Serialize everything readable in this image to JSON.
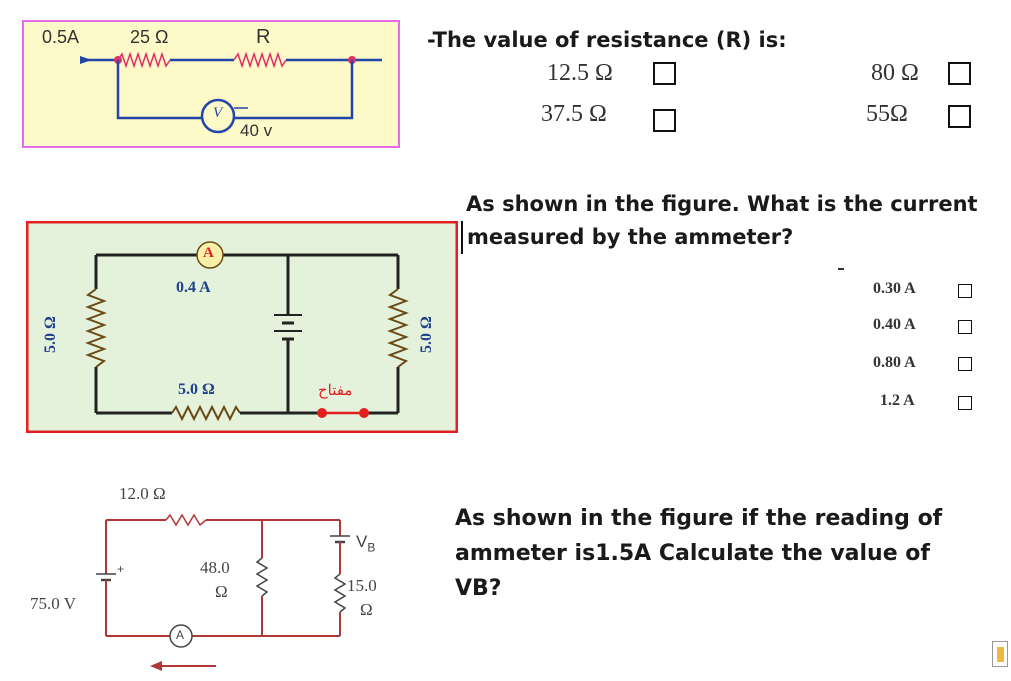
{
  "q1": {
    "question": "-The value of resistance (R) is:",
    "options": [
      "12.5 Ω",
      "80 Ω",
      "37.5 Ω",
      "55Ω"
    ],
    "figure": {
      "current": "0.5A",
      "r1": "25 Ω",
      "r2": "R",
      "voltmeter": "V",
      "voltage": "40 v"
    }
  },
  "q2": {
    "question_line1": "As shown in the figure. What is the current",
    "question_line2": "measured by the ammeter?",
    "options": [
      "0.30 A",
      "0.40 A",
      "0.80 A",
      "1.2 A"
    ],
    "figure": {
      "ammeter": "A",
      "ammeter_reading": "0.4 A",
      "r_left": "5.0 Ω",
      "r_right": "5.0 Ω",
      "r_bottom": "5.0 Ω",
      "switch_label": "مفتاح"
    }
  },
  "q3": {
    "question_line1": "As shown in the figure if the reading of",
    "question_line2": "ammeter is1.5A  Calculate the value of",
    "question_line3": "VB?",
    "figure": {
      "r_top": "12.0 Ω",
      "r_middle_val": "48.0",
      "r_middle_unit": "Ω",
      "r_right_val": "15.0",
      "r_right_unit": "Ω",
      "source_left": "75.0 V",
      "vb_main": "V",
      "vb_sub": "B",
      "ammeter": "A",
      "plus": "+"
    }
  },
  "colors": {
    "fig1_bg": "#fdf9c8",
    "fig1_border": "#e66be6",
    "fig2_bg": "#e4f2dc",
    "fig2_border": "#e32020",
    "wire": "#2246a8"
  }
}
